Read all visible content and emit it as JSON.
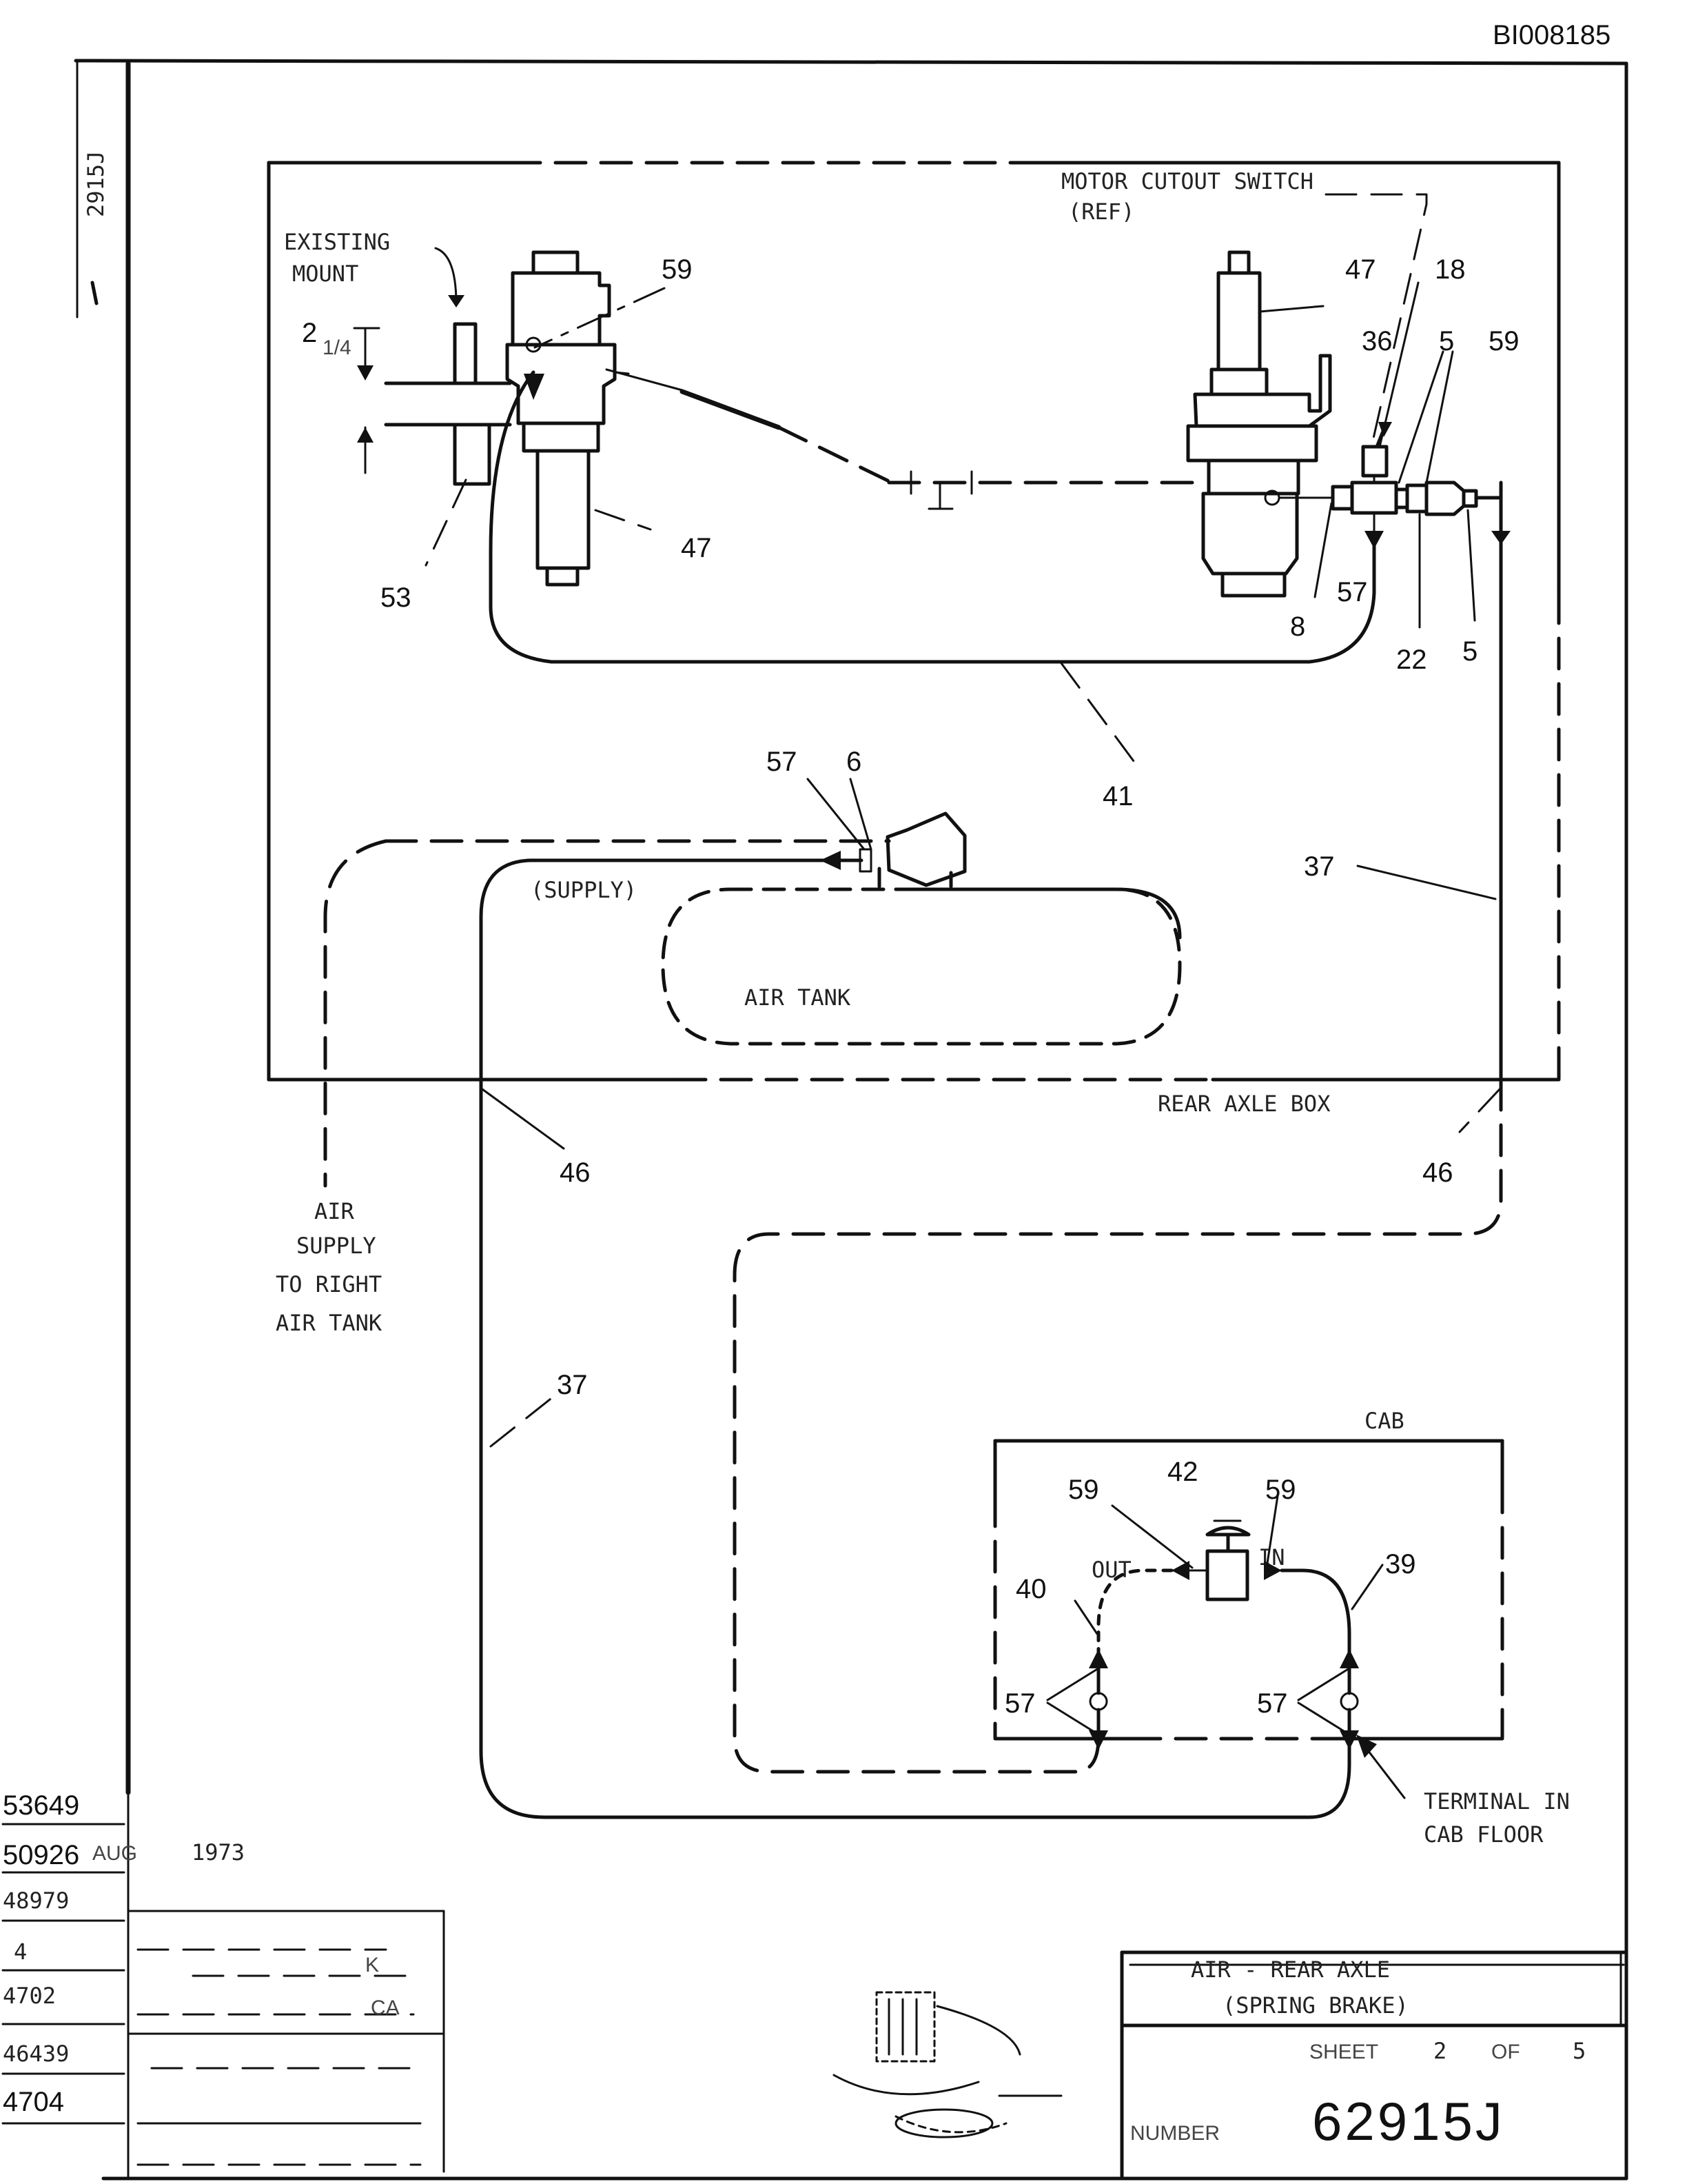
{
  "doc_id": "BI008185",
  "side_ref": "2915J",
  "labels": {
    "existing_mount_1": "EXISTING",
    "existing_mount_2": "MOUNT",
    "motor_cutout_1": "MOTOR CUTOUT SWITCH",
    "motor_cutout_2": "(REF)",
    "supply": "(SUPPLY)",
    "air_tank": "AIR TANK",
    "rear_axle_box": "REAR AXLE BOX",
    "air_supply_1": "AIR",
    "air_supply_2": "SUPPLY",
    "air_supply_3": "TO RIGHT",
    "air_supply_4": "AIR TANK",
    "cab": "CAB",
    "out": "OUT",
    "in": "IN",
    "terminal_1": "TERMINAL IN",
    "terminal_2": "CAB FLOOR",
    "dim_2": "2",
    "dim_frac": "1/4"
  },
  "callouts": {
    "n59a": "59",
    "n47a": "47",
    "n53": "53",
    "n47b": "47",
    "n18": "18",
    "n36": "36",
    "n5a": "5",
    "n59b": "59",
    "n8": "8",
    "n57a": "57",
    "n22": "22",
    "n5b": "5",
    "n41": "41",
    "n57b": "57",
    "n6": "6",
    "n37a": "37",
    "n46a": "46",
    "n46b": "46",
    "n37b": "37",
    "n42": "42",
    "n59c": "59",
    "n59d": "59",
    "n40": "40",
    "n39": "39",
    "n57c": "57",
    "n57d": "57"
  },
  "revisions": [
    "53649",
    "50926",
    "48979",
    "4",
    "4702",
    "46439",
    "4704"
  ],
  "date": {
    "month": "AUG",
    "year": "1973"
  },
  "title_block": {
    "title_1": "AIR - REAR AXLE",
    "title_2": "(SPRING BRAKE)",
    "sheet_label": "SHEET",
    "sheet_no": "2",
    "of_label": "OF",
    "sheet_total": "5",
    "number_label": "NUMBER",
    "number": "62915J"
  },
  "approval_block": {
    "ca": "CA",
    "k": "K"
  }
}
